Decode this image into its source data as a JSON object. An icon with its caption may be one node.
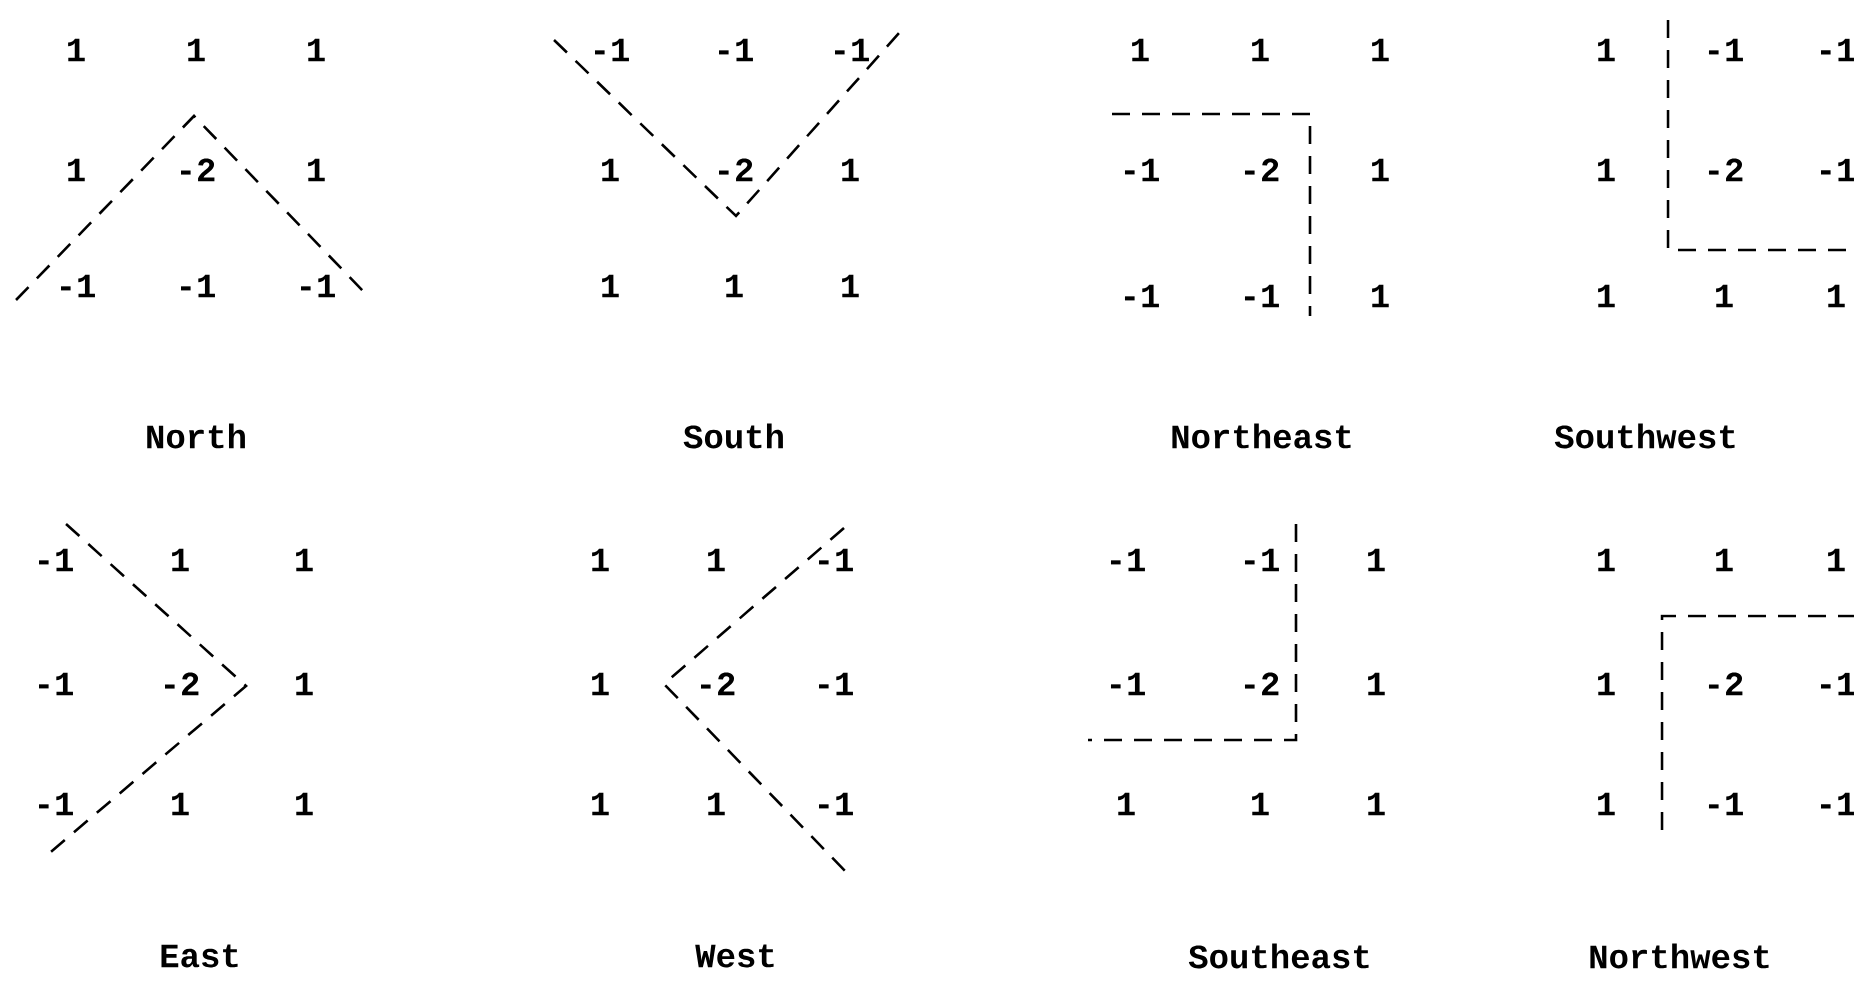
{
  "diagram": {
    "labels": [
      "1",
      "1",
      "1",
      "1",
      "-2",
      "1",
      "-1",
      "-1",
      "-1",
      "North",
      "-1",
      "-1",
      "-1",
      "1",
      "-2",
      "1",
      "1",
      "1",
      "1",
      "South",
      "1",
      "1",
      "1",
      "-1",
      "-2",
      "1",
      "-1",
      "-1",
      "1",
      "Northeast",
      "1",
      "-1",
      "-1",
      "1",
      "-2",
      "-1",
      "1",
      "1",
      "1",
      "Southwest",
      "-1",
      "1",
      "1",
      "-1",
      "-2",
      "1",
      "-1",
      "1",
      "1",
      "East",
      "1",
      "1",
      "-1",
      "1",
      "-2",
      "-1",
      "1",
      "1",
      "-1",
      "West",
      "-1",
      "-1",
      "1",
      "-1",
      "-2",
      "1",
      "1",
      "1",
      "1",
      "Southeast",
      "1",
      "1",
      "1",
      "1",
      "-2",
      "-1",
      "1",
      "-1",
      "-1",
      "Northwest"
    ]
  }
}
